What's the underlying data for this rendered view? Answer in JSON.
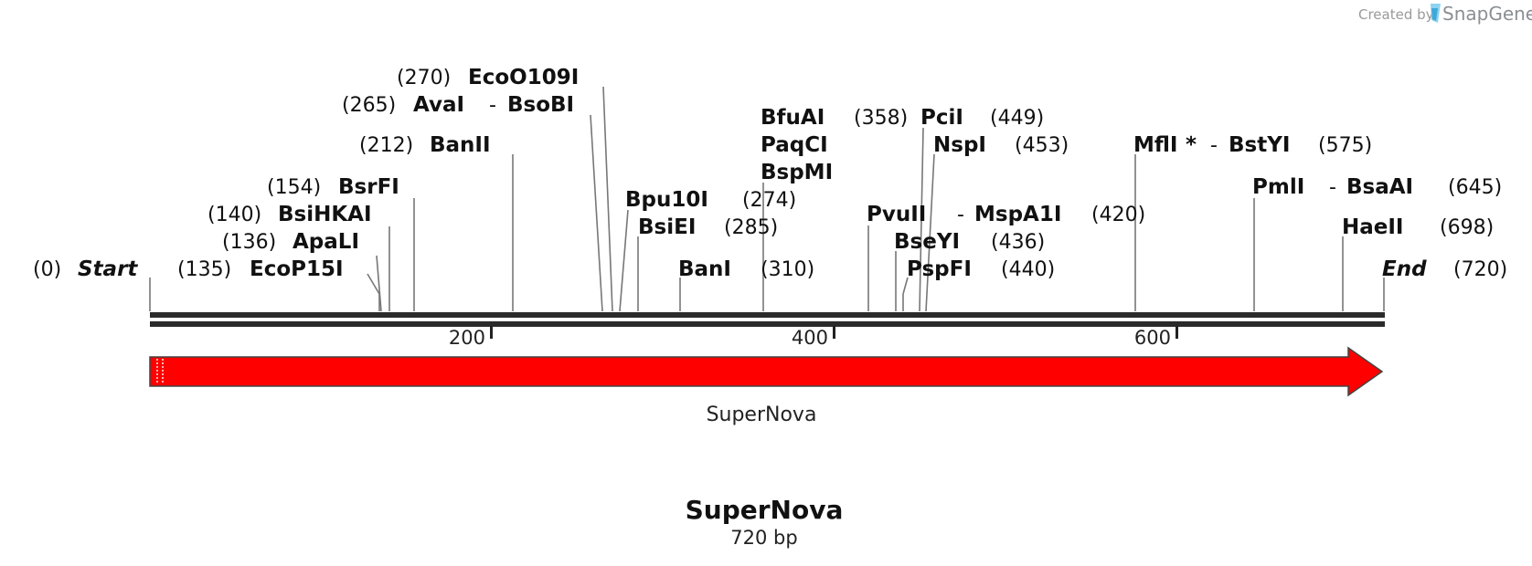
{
  "credit": {
    "prefix": "Created by",
    "brand": "SnapGene"
  },
  "title": "SuperNova",
  "subtitle": "720 bp",
  "sequence_length": 720,
  "ruler": [
    200,
    400,
    600
  ],
  "feature": {
    "name": "SuperNova",
    "start": 1,
    "end": 720,
    "color": "#ff0000",
    "direction": "forward"
  },
  "sites": [
    {
      "id": "start",
      "name": "Start",
      "pos": 0,
      "italic": true
    },
    {
      "id": "ecop15i",
      "name": "EcoP15I",
      "pos": 135
    },
    {
      "id": "apali",
      "name": "ApaLI",
      "pos": 136
    },
    {
      "id": "bsihkai",
      "name": "BsiHKAI",
      "pos": 140
    },
    {
      "id": "bsrfi",
      "name": "BsrFI",
      "pos": 154
    },
    {
      "id": "banii",
      "name": "BanII",
      "pos": 212
    },
    {
      "id": "avai",
      "name": "AvaI",
      "name2": "BsoBI",
      "pos": 265
    },
    {
      "id": "ecoo109i",
      "name": "EcoO109I",
      "pos": 270
    },
    {
      "id": "bpu10i",
      "name": "Bpu10I",
      "pos": 274
    },
    {
      "id": "bsiei",
      "name": "BsiEI",
      "pos": 285
    },
    {
      "id": "bani",
      "name": "BanI",
      "pos": 310
    },
    {
      "id": "bfuai",
      "name": "BfuAI",
      "pos": 358,
      "extra_names": [
        "PaqCI",
        "BspMI"
      ]
    },
    {
      "id": "pvuii",
      "name": "PvuII",
      "name2": "MspA1I",
      "pos": 420
    },
    {
      "id": "bseyi",
      "name": "BseYI",
      "pos": 436
    },
    {
      "id": "pspfi",
      "name": "PspFI",
      "pos": 440
    },
    {
      "id": "pcii",
      "name": "PciI",
      "pos": 449
    },
    {
      "id": "nspi",
      "name": "NspI",
      "pos": 453
    },
    {
      "id": "mfli",
      "name": "MflI",
      "star": "*",
      "name2": "BstYI",
      "pos": 575
    },
    {
      "id": "pmli",
      "name": "PmlI",
      "name2": "BsaAI",
      "pos": 645
    },
    {
      "id": "haeii",
      "name": "HaeII",
      "pos": 698
    },
    {
      "id": "end",
      "name": "End",
      "pos": 720,
      "italic": true
    }
  ]
}
